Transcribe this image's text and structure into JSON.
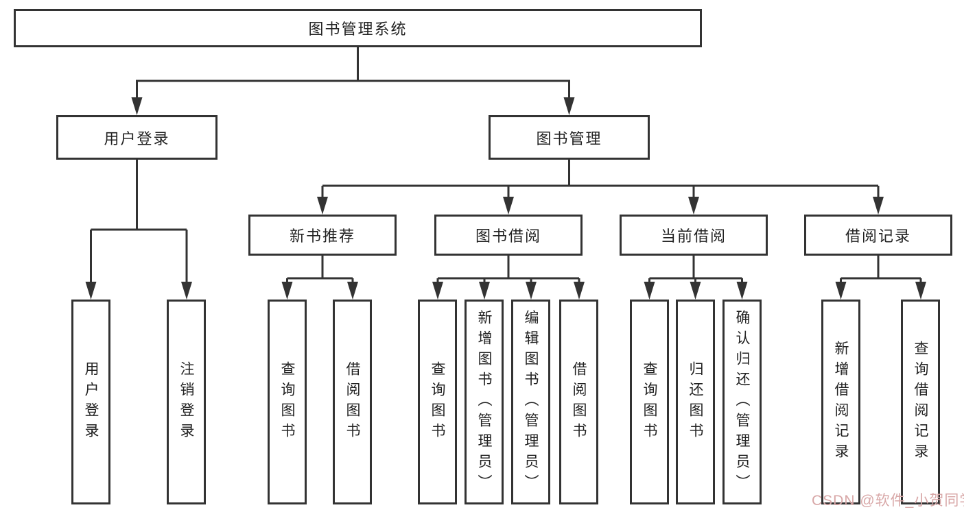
{
  "diagram": {
    "root": {
      "label": "图书管理系统",
      "children": [
        {
          "label": "用户登录",
          "children": [
            {
              "label": "用户登录"
            },
            {
              "label": "注销登录"
            }
          ]
        },
        {
          "label": "图书管理",
          "children": [
            {
              "label": "新书推荐",
              "children": [
                {
                  "label": "查询图书"
                },
                {
                  "label": "借阅图书"
                }
              ]
            },
            {
              "label": "图书借阅",
              "children": [
                {
                  "label": "查询图书"
                },
                {
                  "label": "新增图书（管理员）"
                },
                {
                  "label": "编辑图书（管理员）"
                },
                {
                  "label": "借阅图书"
                }
              ]
            },
            {
              "label": "当前借阅",
              "children": [
                {
                  "label": "查询图书"
                },
                {
                  "label": "归还图书"
                },
                {
                  "label": "确认归还（管理员）"
                }
              ]
            },
            {
              "label": "借阅记录",
              "children": [
                {
                  "label": "新增借阅记录"
                },
                {
                  "label": "查询借阅记录"
                }
              ]
            }
          ]
        }
      ]
    }
  },
  "watermark": {
    "text": "CSDN @软件_小贺同学",
    "color": "#d8a7a7"
  },
  "colors": {
    "line": "#333333",
    "box_border": "#333333",
    "text": "#222222",
    "background": "#ffffff"
  }
}
